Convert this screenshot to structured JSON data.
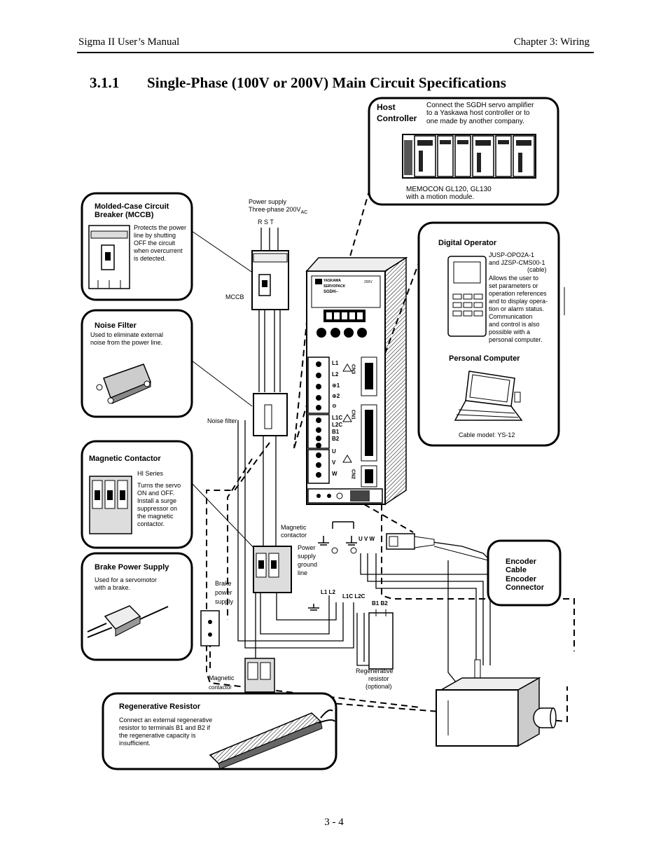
{
  "header": {
    "left": "Sigma II User’s Manual",
    "right": "Chapter 3:  Wiring"
  },
  "section": {
    "number": "3.1.1",
    "title": "Single-Phase (100V or 200V) Main Circuit Specifications"
  },
  "host": {
    "title1": "Host",
    "title2": "Controller",
    "desc": [
      "Connect the SGDH servo amplifier",
      "to a Yaskawa host controller or to",
      "one made by another company."
    ],
    "caption": [
      "MEMOCON GL120, GL130",
      "with a motion module."
    ]
  },
  "power": {
    "line1": "Power supply",
    "line2": "Three-phase 200V",
    "sub": "AC",
    "rst": "R  S  T"
  },
  "mccb": {
    "title1": "Molded-Case Circuit",
    "title2": "Breaker (MCCB)",
    "desc": [
      "Protects the power",
      "line by shutting",
      "OFF the circuit",
      "when overcurrent",
      "is detected."
    ],
    "tag": "MCCB"
  },
  "noise": {
    "title": "Noise Filter",
    "desc": [
      "Used to eliminate external",
      "noise from the power line."
    ],
    "tag": "Noise filter"
  },
  "magnetic": {
    "title": "Magnetic Contactor",
    "series": "HI Series",
    "desc": [
      "Turns the servo",
      "ON and OFF.",
      "Install a surge",
      "suppressor on",
      "the magnetic",
      "contactor."
    ]
  },
  "brake": {
    "title": "Brake Power Supply",
    "desc": [
      "Used for a servomotor",
      "with a brake."
    ]
  },
  "regen": {
    "title": "Regenerative Resistor",
    "desc": [
      "Connect an external regenerative",
      "resistor to terminals B1 and B2 if",
      "the regenerative capacity is",
      "insufficient."
    ]
  },
  "digital": {
    "title": "Digital Operator",
    "model": [
      "JUSP-OPO2A-1",
      "and JZSP-CMS00-1",
      "(cable)"
    ],
    "desc": [
      "Allows the user to",
      "set parameters or",
      "operation references",
      "and to display opera-",
      "tion or alarm status.",
      "Communication",
      "and control is also",
      "possible with a",
      "personal computer."
    ],
    "pc_title": "Personal Computer",
    "cable": "Cable model:  YS-12"
  },
  "encoder": {
    "lines": [
      "Encoder",
      "Cable",
      "Encoder",
      "Connector"
    ]
  },
  "amp": {
    "brand": "YASKAWA",
    "series": "SERVOPACK",
    "model": "SGDH–",
    "volt": "200V",
    "terminals": [
      "L1",
      "L2",
      "⊕1",
      "⊕2",
      "⊖",
      "L1C",
      "L2C",
      "B1",
      "B2",
      "U",
      "V",
      "W"
    ],
    "cn3": "CN3",
    "cn1": "CN1",
    "cn2": "CN2"
  },
  "callouts": {
    "mag_contactor1": "Magnetic",
    "mag_contactor2": "contactor",
    "ground": [
      "Power",
      "supply",
      "ground",
      "line"
    ],
    "uvw": "U  V  W",
    "l1l2": "L1 L2",
    "l1cl2c": "L1C L2C",
    "b1b2": "B1 B2",
    "brake_ps": [
      "Brake",
      "power",
      "supply"
    ],
    "mag2_1": "Magnetic",
    "mag2_2": "contactor",
    "regen_res": [
      "Regenerative",
      "resistor",
      "(optional)"
    ]
  },
  "footer": {
    "page": "3 - 4"
  }
}
